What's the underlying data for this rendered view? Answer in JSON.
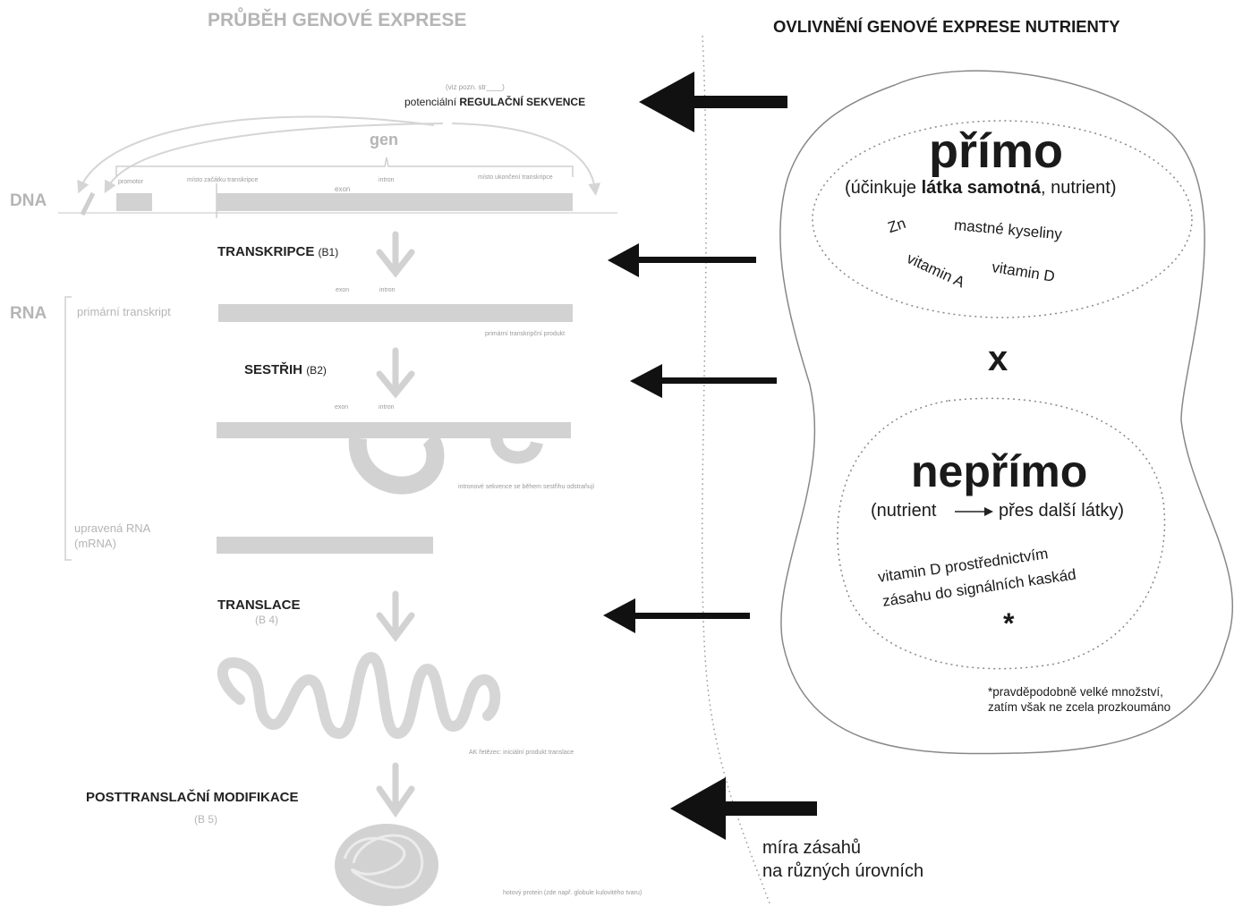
{
  "left": {
    "heading": "PRŮBĚH GENOVÉ EXPRESE",
    "reg_note": "(viz pozn. str____)",
    "reg_prefix": "potenciální",
    "reg_bold": "REGULAČNÍ SEKVENCE",
    "gen": "gen",
    "dna": "DNA",
    "rna": "RNA",
    "gene_labels": {
      "promotor": "promotor",
      "start": "místo začátku transkripce",
      "exon": "exon",
      "intron": "intron",
      "end": "místo ukončení transkripce"
    },
    "transkripce": {
      "label": "TRANSKRIPCE",
      "code": "(B1)",
      "exon": "exon",
      "intron": "intron"
    },
    "primary": {
      "label": "primární transkript",
      "product": "primární transkripční produkt"
    },
    "sestrih": {
      "label": "SESTŘIH",
      "code": "(B2)",
      "exon": "exon",
      "intron": "intron"
    },
    "intron_note": "intronové sekvence se během sestřihu odstraňují",
    "mrna": {
      "line1": "upravená RNA",
      "line2": "(mRNA)"
    },
    "translace": {
      "label": "TRANSLACE",
      "code": "(B 4)"
    },
    "ak_note": "AK řetězec: iniciální produkt translace",
    "post": {
      "label": "POSTTRANSLAČNÍ MODIFIKACE",
      "code": "(B 5)"
    },
    "protein_note": "hotový protein (zde např. globule kulovitého tvaru)"
  },
  "right": {
    "heading": "OVLIVNĚNÍ GENOVÉ EXPRESE NUTRIENTY",
    "primo": {
      "title": "přímo",
      "sub_a": "(účinkuje ",
      "sub_b": "látka samotná",
      "sub_c": ", nutrient)",
      "zn": "Zn",
      "mastne": "mastné kyseliny",
      "vitA": "vitamin A",
      "vitD": "vitamin D"
    },
    "x": "x",
    "neprimo": {
      "title": "nepřímo",
      "sub_a": "(nutrient",
      "sub_b": "přes další látky)",
      "line1": "vitamin D prostřednictvím",
      "line2": "zásahu do signálních kaskád",
      "star": "*"
    },
    "footnote1": "*pravděpodobně velké množství,",
    "footnote2": "zatím však ne zcela prozkoumáno",
    "mira1": "míra zásahů",
    "mira2": "na různých úrovních"
  },
  "colors": {
    "grey": "#d2d2d2",
    "text_grey": "#b5b5b5",
    "black": "#111111"
  }
}
